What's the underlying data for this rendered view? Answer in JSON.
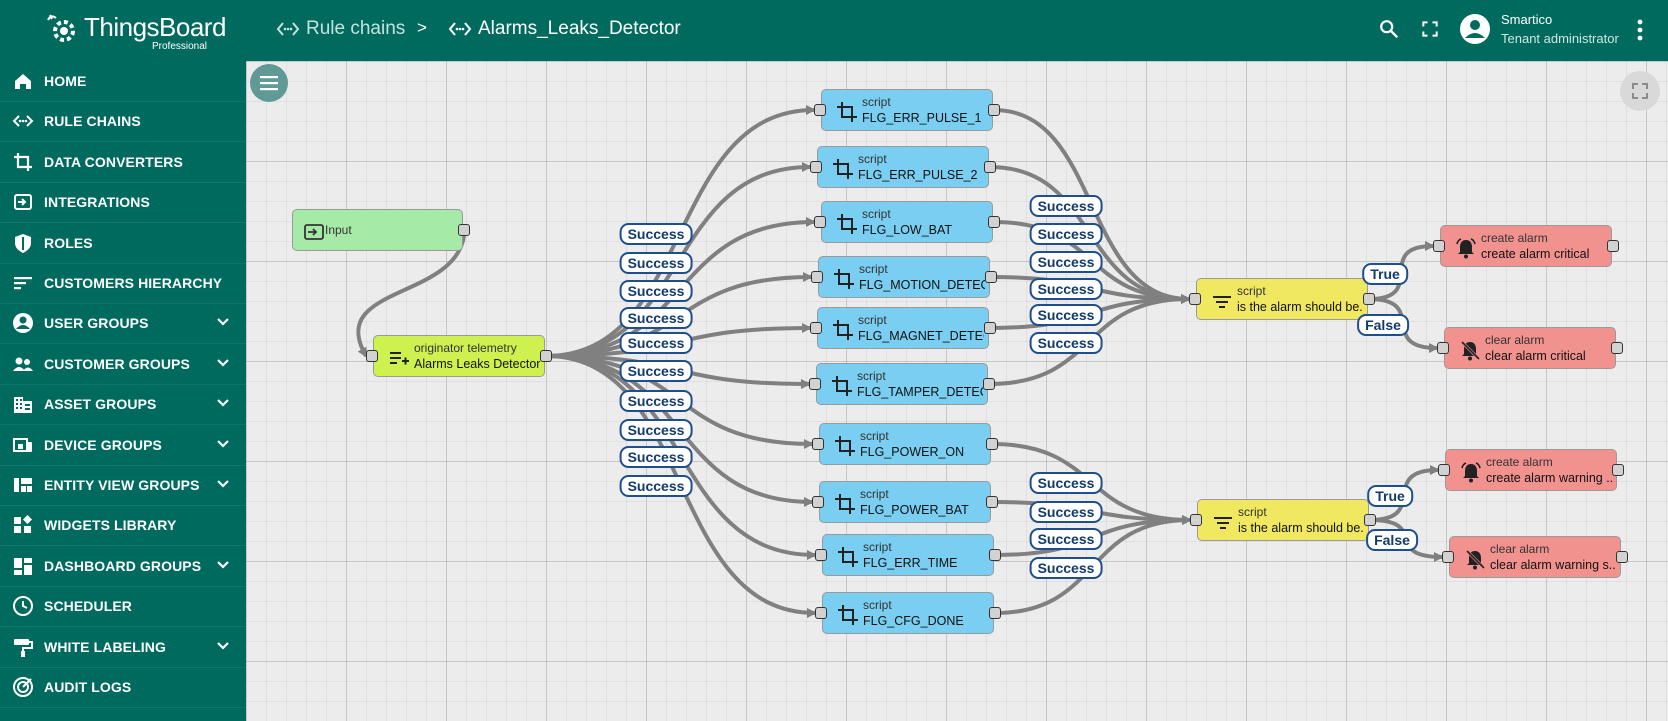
{
  "app": {
    "brand": "ThingsBoard",
    "edition": "Professional"
  },
  "breadcrumb": {
    "parent": "Rule chains",
    "separator": ">",
    "current": "Alarms_Leaks_Detector"
  },
  "user": {
    "name": "Smartico",
    "role": "Tenant administrator"
  },
  "colors": {
    "header": "#016a5f",
    "node_input": "#a6eaa8",
    "node_enrich": "#cdf14e",
    "node_transform": "#79cef1",
    "node_filter": "#f1e861",
    "node_action": "#f1928f",
    "link": "#808080",
    "label_border": "#1f4e8c"
  },
  "sidebar": {
    "items": [
      {
        "label": "HOME",
        "icon": "home-icon",
        "expandable": false
      },
      {
        "label": "RULE CHAINS",
        "icon": "rule-chain-icon",
        "expandable": false
      },
      {
        "label": "DATA CONVERTERS",
        "icon": "crop-icon",
        "expandable": false
      },
      {
        "label": "INTEGRATIONS",
        "icon": "input-icon",
        "expandable": false
      },
      {
        "label": "ROLES",
        "icon": "shield-icon",
        "expandable": false
      },
      {
        "label": "CUSTOMERS HIERARCHY",
        "icon": "sort-icon",
        "expandable": false
      },
      {
        "label": "USER GROUPS",
        "icon": "account-circle-icon",
        "expandable": true
      },
      {
        "label": "CUSTOMER GROUPS",
        "icon": "supervisor-icon",
        "expandable": true
      },
      {
        "label": "ASSET GROUPS",
        "icon": "domain-icon",
        "expandable": true
      },
      {
        "label": "DEVICE GROUPS",
        "icon": "devices-icon",
        "expandable": true
      },
      {
        "label": "ENTITY VIEW GROUPS",
        "icon": "view-quilt-icon",
        "expandable": true
      },
      {
        "label": "WIDGETS LIBRARY",
        "icon": "widgets-icon",
        "expandable": false
      },
      {
        "label": "DASHBOARD GROUPS",
        "icon": "dashboard-icon",
        "expandable": true
      },
      {
        "label": "SCHEDULER",
        "icon": "clock-icon",
        "expandable": false
      },
      {
        "label": "WHITE LABELING",
        "icon": "paint-roller-icon",
        "expandable": true
      },
      {
        "label": "AUDIT LOGS",
        "icon": "track-changes-icon",
        "expandable": false
      }
    ]
  },
  "nodes": {
    "input": {
      "label": "Input",
      "kind": "input"
    },
    "originator": {
      "type": "originator telemetry",
      "name": "Alarms Leaks Detector",
      "kind": "enrich"
    },
    "s1": {
      "type": "script",
      "name": "FLG_ERR_PULSE_1",
      "kind": "transform"
    },
    "s2": {
      "type": "script",
      "name": "FLG_ERR_PULSE_2",
      "kind": "transform"
    },
    "s3": {
      "type": "script",
      "name": "FLG_LOW_BAT",
      "kind": "transform"
    },
    "s4": {
      "type": "script",
      "name": "FLG_MOTION_DETECT",
      "kind": "transform"
    },
    "s5": {
      "type": "script",
      "name": "FLG_MAGNET_DETECT",
      "kind": "transform"
    },
    "s6": {
      "type": "script",
      "name": "FLG_TAMPER_DETECT",
      "kind": "transform"
    },
    "s7": {
      "type": "script",
      "name": "FLG_POWER_ON",
      "kind": "transform"
    },
    "s8": {
      "type": "script",
      "name": "FLG_POWER_BAT",
      "kind": "transform"
    },
    "s9": {
      "type": "script",
      "name": "FLG_ERR_TIME",
      "kind": "transform"
    },
    "s10": {
      "type": "script",
      "name": "FLG_CFG_DONE",
      "kind": "transform"
    },
    "f1": {
      "type": "script",
      "name": "is the alarm should be...",
      "kind": "filter"
    },
    "f2": {
      "type": "script",
      "name": "is the alarm should be...",
      "kind": "filter"
    },
    "a1": {
      "type": "create alarm",
      "name": "create alarm critical",
      "kind": "action"
    },
    "a2": {
      "type": "clear alarm",
      "name": "clear alarm critical",
      "kind": "action"
    },
    "a3": {
      "type": "create alarm",
      "name": "create alarm warning ...",
      "kind": "action"
    },
    "a4": {
      "type": "clear alarm",
      "name": "clear alarm warning s...",
      "kind": "action"
    }
  },
  "link_labels": {
    "success": "Success",
    "true": "True",
    "false": "False"
  },
  "connections": [
    {
      "from": "input",
      "to": "originator",
      "label": ""
    },
    {
      "from": "originator",
      "to": "s1",
      "label": "Success"
    },
    {
      "from": "originator",
      "to": "s2",
      "label": "Success"
    },
    {
      "from": "originator",
      "to": "s3",
      "label": "Success"
    },
    {
      "from": "originator",
      "to": "s4",
      "label": "Success"
    },
    {
      "from": "originator",
      "to": "s5",
      "label": "Success"
    },
    {
      "from": "originator",
      "to": "s6",
      "label": "Success"
    },
    {
      "from": "originator",
      "to": "s7",
      "label": "Success"
    },
    {
      "from": "originator",
      "to": "s8",
      "label": "Success"
    },
    {
      "from": "originator",
      "to": "s9",
      "label": "Success"
    },
    {
      "from": "originator",
      "to": "s10",
      "label": "Success"
    },
    {
      "from": "s1",
      "to": "f1",
      "label": "Success"
    },
    {
      "from": "s2",
      "to": "f1",
      "label": "Success"
    },
    {
      "from": "s3",
      "to": "f1",
      "label": "Success"
    },
    {
      "from": "s4",
      "to": "f1",
      "label": "Success"
    },
    {
      "from": "s5",
      "to": "f1",
      "label": "Success"
    },
    {
      "from": "s6",
      "to": "f1",
      "label": "Success"
    },
    {
      "from": "s7",
      "to": "f2",
      "label": "Success"
    },
    {
      "from": "s8",
      "to": "f2",
      "label": "Success"
    },
    {
      "from": "s9",
      "to": "f2",
      "label": "Success"
    },
    {
      "from": "s10",
      "to": "f2",
      "label": "Success"
    },
    {
      "from": "f1",
      "to": "a1",
      "label": "True"
    },
    {
      "from": "f1",
      "to": "a2",
      "label": "False"
    },
    {
      "from": "f2",
      "to": "a3",
      "label": "True"
    },
    {
      "from": "f2",
      "to": "a4",
      "label": "False"
    }
  ]
}
